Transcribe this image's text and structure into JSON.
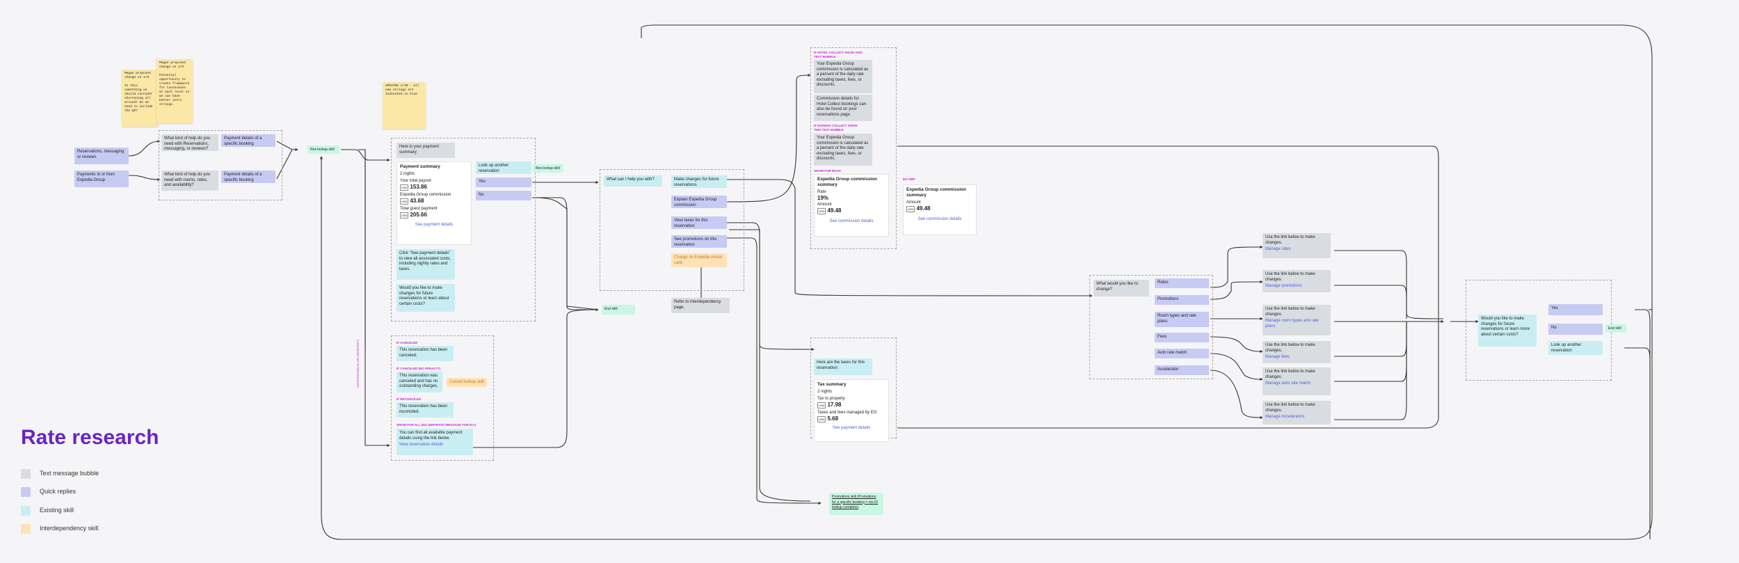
{
  "title": "Rate research",
  "legend": [
    {
      "label": "Text message bubble",
      "color": "#d9dde2"
    },
    {
      "label": "Quick replies",
      "color": "#c7caf3"
    },
    {
      "label": "Existing skill",
      "color": "#c9eef2"
    },
    {
      "label": "Interdependency skill",
      "color": "#fde2b8"
    }
  ],
  "stickies": {
    "a": "Megan proposed change on 1/9\n\nIs this something we should consider shortening all around? Do we need to include the Q#?",
    "b": "Megan proposed change on 1/9\n\nPotential opportunity to create framework for taxonomies at each level so we can have better intro strings.",
    "c": "UPDATED 1/30 - all new strings are indicated in blue"
  },
  "entry": {
    "reservations": "Reservations, messaging or reviews",
    "payments": "Payments to or from Expedia Group",
    "q1": "What kind of help do you need with Reservations, messaging, or reviews?",
    "q2": "What kind of help do you need with rooms, rates, and availability?",
    "pd1": "Payment details of a specific booking",
    "pd2": "Payment details of a specific booking"
  },
  "res_lookup": "Res lookup skill",
  "summary": {
    "intro": "Here is your payment summary:",
    "card_title": "Payment summary",
    "nights": "2 nights",
    "payout_label": "Your total payout",
    "payout": "153.86",
    "commission_label": "Expedia Group commission",
    "commission": "43.68",
    "guest_label": "Total guest payment",
    "guest": "205.66",
    "currency": "USD",
    "link": "See payment details",
    "click_note": "Click \"See payment details\" to view all associated costs, including nightly rates and taxes.",
    "would_like": "Would you like to make changes for future reservations or learn about certain costs?",
    "lookup_another": "Look up another reservation",
    "yes": "Yes",
    "no": "No"
  },
  "status": {
    "canceled_tag": "IF CANCELED",
    "canceled": "This reservation has been canceled.",
    "penalty_tag": "IF CANCELED (NO PENALTY)",
    "penalty": "This reservation was canceled and has no outstanding charges.",
    "cancel_lookup": "Cancel lookup skill",
    "reconciled_tag": "IF RECONCILED",
    "reconciled": "This reservation has been reconciled.",
    "showall_tag": "SHOW FOR ALL (NO SEPARATE MESSAGE FOR 61+)",
    "find_all": "You can find all available payment details using the link below.",
    "view_link": "View reservation details",
    "side_label": "CANCELED OR IS RECONCILED"
  },
  "end_skill": "End skill",
  "help": {
    "q": "What can I help you with?",
    "opt1": "Make changes for future reservations",
    "opt2": "Explain Expedia Group commission",
    "opt3": "View taxes for this reservation",
    "opt4": "See promotions on this reservation",
    "charge": "Charge on Expedia virtual card",
    "refer": "Refer to interdependency page."
  },
  "commission": {
    "hc_tag": "IF HOTEL COLLECT SHOW THIS TEXT BUBBLE",
    "hc1": "Your Expedia Group commission is calculated as a percent of the daily rate excluding taxes, fees, or discounts.",
    "hc2": "Commission details for Hotel Collect bookings can also be found on your reservations page.",
    "ec_tag": "IF EXPEDIA COLLECT SHOW THIS TEXT BUBBLE",
    "ec1": "Your Expedia Group commission is calculated as a percent of the daily rate excluding taxes, fees, or discounts.",
    "both_tag": "SHOW FOR BOTH",
    "card_title": "Expedia Group commission summary",
    "rate_label": "Rate",
    "rate": "19%",
    "amount_label": "Amount",
    "amount": "49.48",
    "link": "See commission details",
    "eg_tag": "EG VMP",
    "card2_title": "Expedia Group commission summary",
    "amount2": "49.48"
  },
  "taxes": {
    "intro": "Here are the taxes for this reservation:",
    "card_title": "Tax summary",
    "nights": "2 nights",
    "prop_label": "Tax to property",
    "prop": "17.98",
    "eg_label": "Taxes and fees managed by EG",
    "eg": "5.68",
    "link": "See payment details"
  },
  "promo_skill": "Promotions skill (Promotions for a specific booking = res ID lookup complete)",
  "changes": {
    "q": "What would you like to change?",
    "opts": [
      "Rates",
      "Promotions",
      "Room types and rate plans",
      "Fees",
      "Auto rate match",
      "Accelerator"
    ],
    "use_link": "Use the link below to make changes.",
    "links": [
      "Manage rates",
      "Manage promotions",
      "Manage room types and rate plans",
      "Manage fees",
      "Manage auto rate match",
      "Manage Accelerators"
    ]
  },
  "final": {
    "q": "Would you like to make changes for future reservations or learn more about certain costs?",
    "yes": "Yes",
    "no": "No",
    "end": "End skill",
    "lookup": "Look up another reservation"
  }
}
